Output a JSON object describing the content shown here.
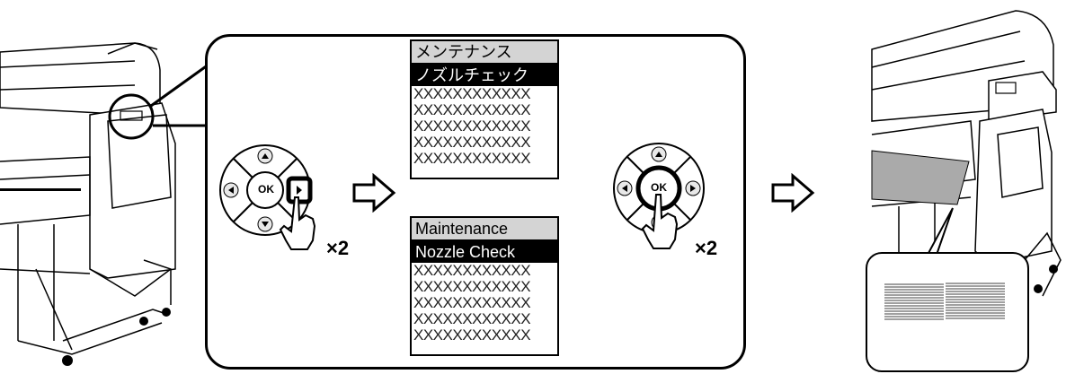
{
  "steps": {
    "left_panel": {
      "lcd_ja": {
        "title": "メンテナンス",
        "selected": "ノズルチェック",
        "rows": [
          "XXXXXXXXXXXX",
          "XXXXXXXXXXXX",
          "XXXXXXXXXXXX",
          "XXXXXXXXXXXX",
          "XXXXXXXXXXXX"
        ]
      },
      "lcd_en": {
        "title": "Maintenance",
        "selected": "Nozzle Check",
        "rows": [
          "XXXXXXXXXXXX",
          "XXXXXXXXXXXX",
          "XXXXXXXXXXXX",
          "XXXXXXXXXXXX",
          "XXXXXXXXXXXX"
        ]
      },
      "dpad_left": {
        "center_label": "OK",
        "press_count": "×2"
      },
      "dpad_right": {
        "center_label": "OK",
        "press_count": "×2"
      }
    }
  },
  "colors": {
    "line": "#000000",
    "lcd_header": "#d4d4d4",
    "arrow_fill": "#ffffff",
    "button_fill": "#e8e8e8"
  },
  "icons": [
    "printer-illustration",
    "dpad-icon",
    "hand-press-icon",
    "next-arrow-icon",
    "nozzle-pattern-icon"
  ]
}
